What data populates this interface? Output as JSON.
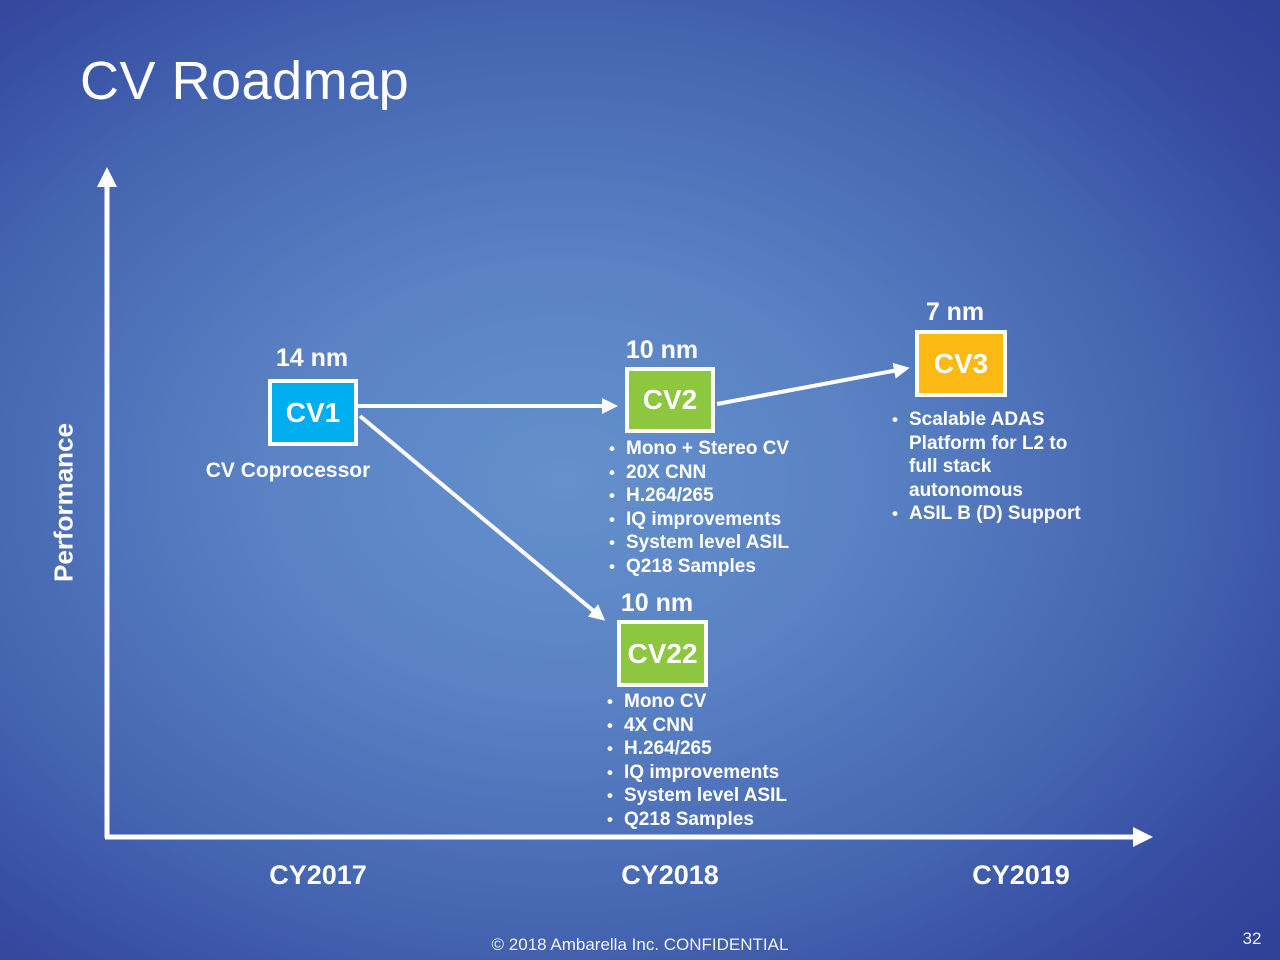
{
  "slide": {
    "title": "CV Roadmap",
    "footer": "© 2018 Ambarella Inc. CONFIDENTIAL",
    "page_number": "32"
  },
  "axes": {
    "y_label": "Performance",
    "x_ticks": [
      "CY2017",
      "CY2018",
      "CY2019"
    ]
  },
  "colors": {
    "cv1_fill": "#00AEEF",
    "cv2_fill": "#8DC63F",
    "cv22_fill": "#8DC63F",
    "cv3_fill": "#FDB913",
    "arrow": "#FFFFFF"
  },
  "nodes": [
    {
      "process": "14 nm",
      "chip": "CV1",
      "caption": "CV Coprocessor",
      "bullets": []
    },
    {
      "process": "10 nm",
      "chip": "CV2",
      "bullets": [
        "Mono + Stereo CV",
        "20X CNN",
        "H.264/265",
        "IQ improvements",
        "System level ASIL",
        "Q218 Samples"
      ]
    },
    {
      "process": "10 nm",
      "chip": "CV22",
      "bullets": [
        "Mono CV",
        "4X CNN",
        "H.264/265",
        "IQ improvements",
        "System level ASIL",
        "Q218 Samples"
      ]
    },
    {
      "process": "7 nm",
      "chip": "CV3",
      "bullets": [
        "Scalable ADAS Platform for L2 to full stack autonomous",
        "ASIL B (D) Support"
      ]
    }
  ]
}
